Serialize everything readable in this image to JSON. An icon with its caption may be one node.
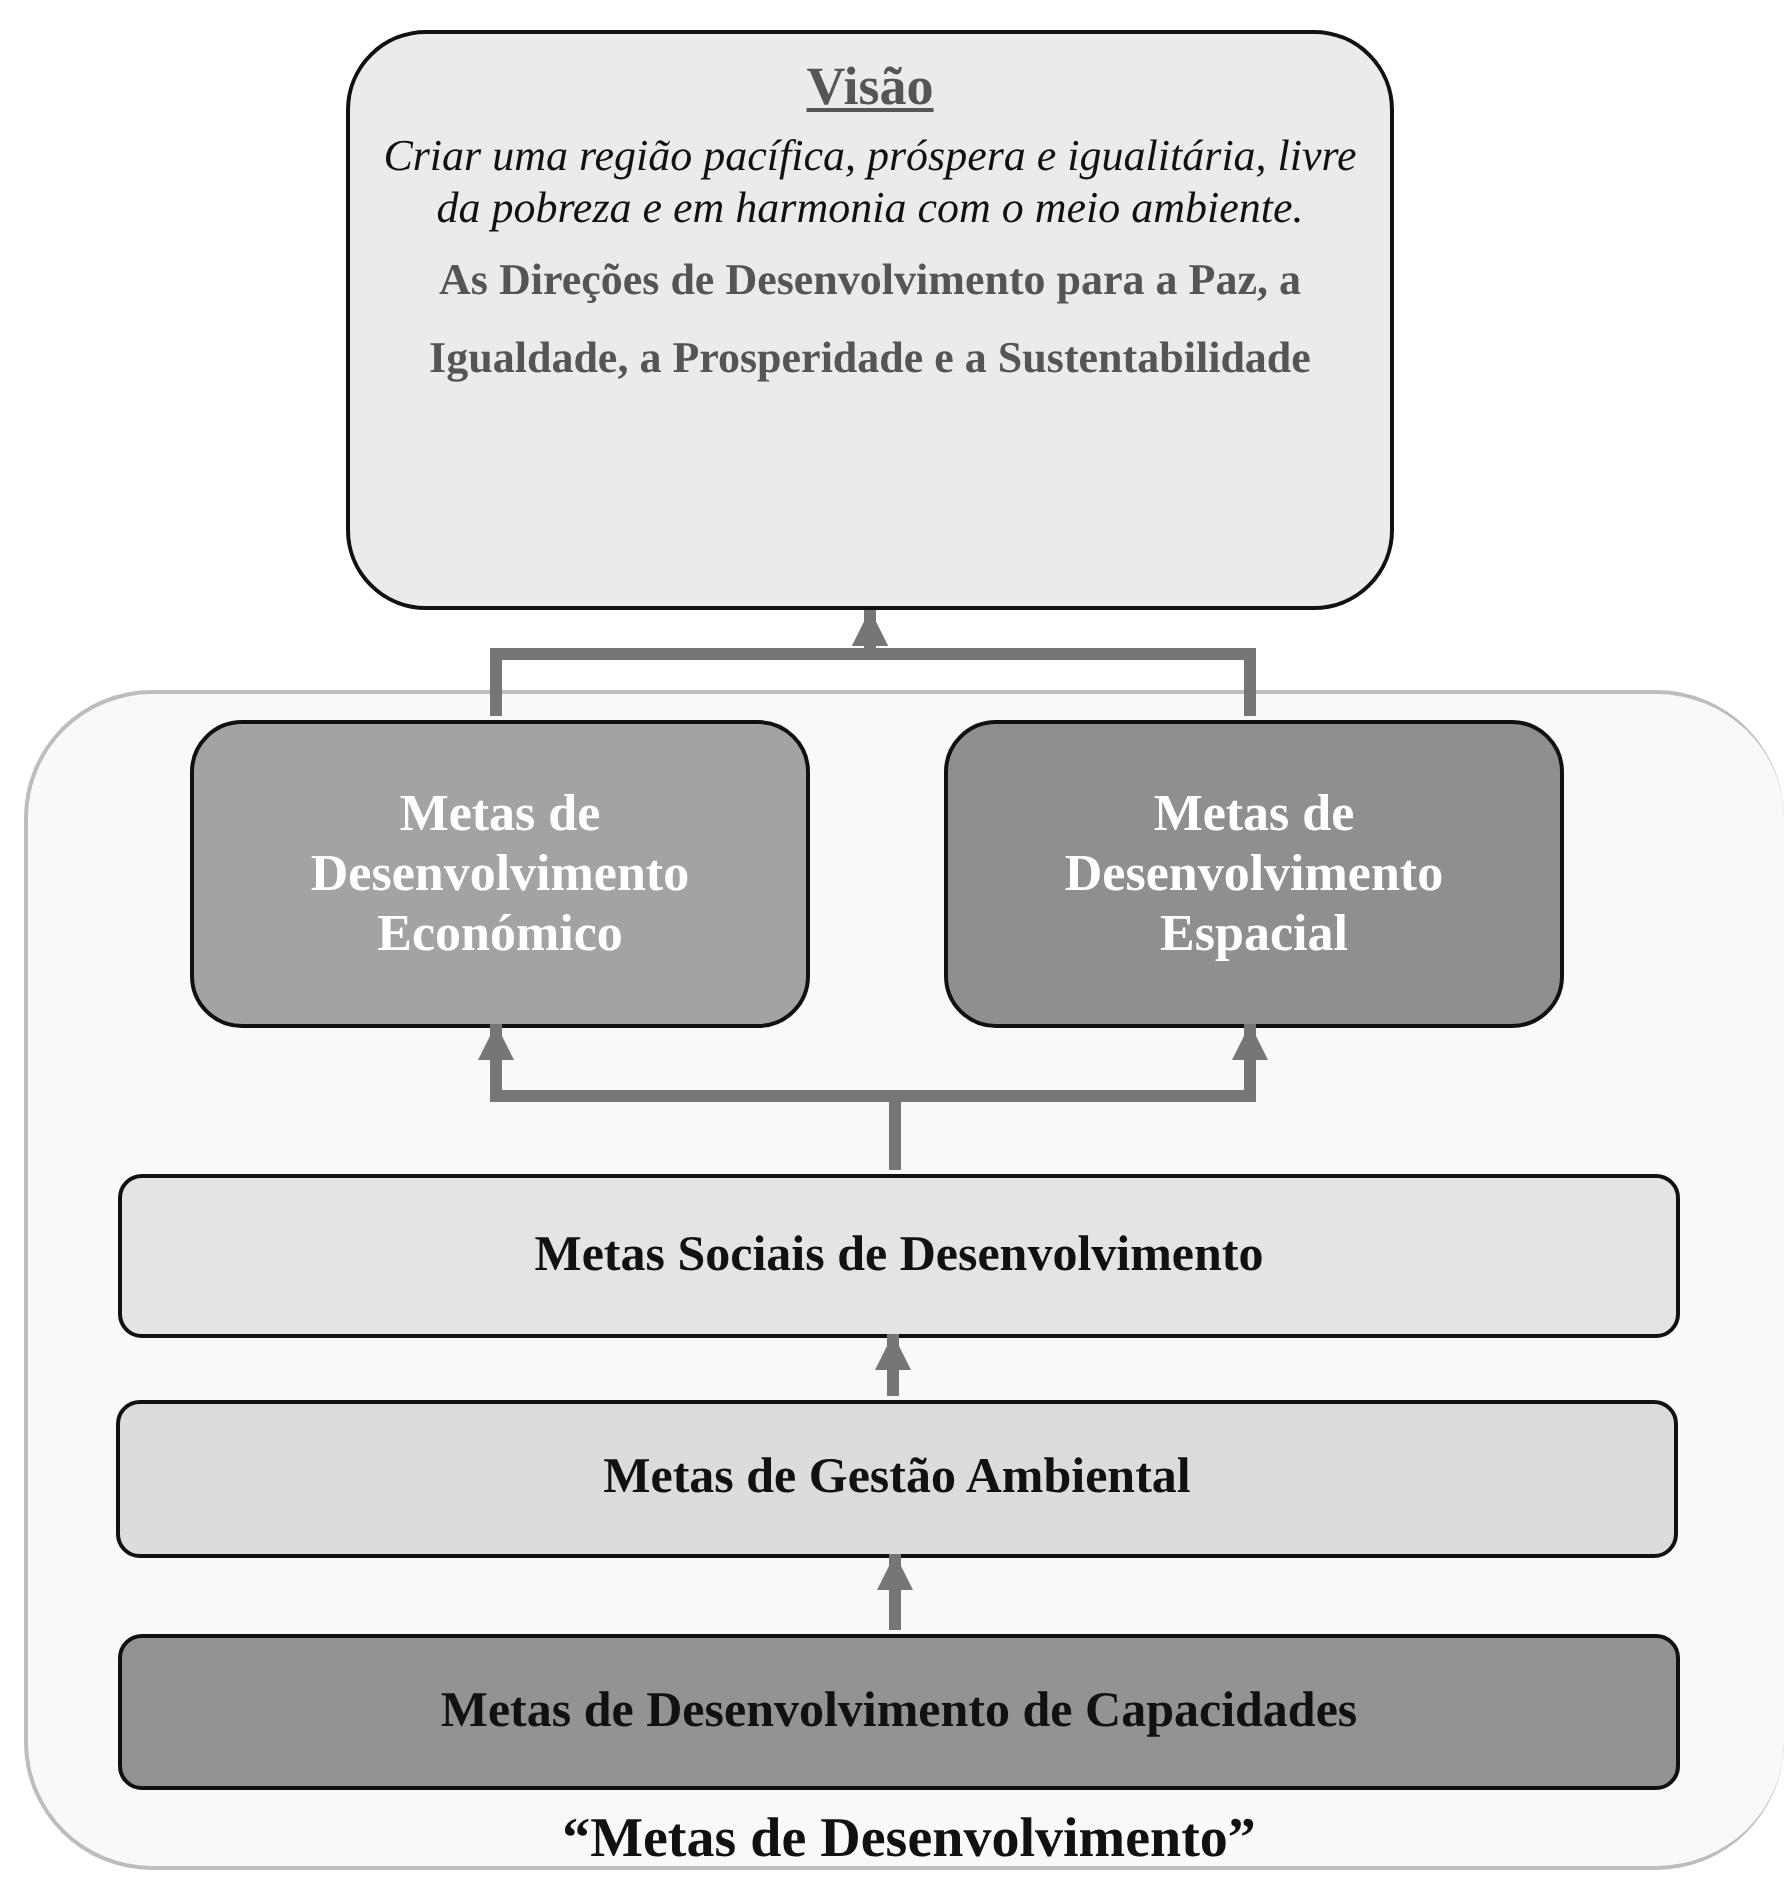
{
  "diagram": {
    "nodes": [
      {
        "text": [
          "Visão",
          "Criar uma região pacífica, próspera e igualitária, livre da pobreza e em harmonia com o meio ambiente.",
          "As Direções de Desenvolvimento para a Paz, a Igualdade, a Prosperidade e a Sustentabilidade"
        ]
      },
      {
        "text": [
          "“Metas de Desenvolvimento”"
        ]
      },
      {
        "text": [
          "Metas de Desenvolvimento Económico"
        ],
        "in": 1
      },
      {
        "text": [
          "Metas de Desenvolvimento Espacial"
        ],
        "in": 1
      },
      {
        "text": [
          "Metas Sociais de Desenvolvimento"
        ],
        "in": 1
      },
      {
        "text": [
          "Metas de Gestão Ambiental"
        ],
        "in": 1
      },
      {
        "text": [
          "Metas de Desenvolvimento de Capacidades"
        ],
        "in": 1
      }
    ],
    "edges": [
      {
        "from": 2,
        "to": 0,
        "arrow": "to"
      },
      {
        "from": 3,
        "to": 0,
        "arrow": "to"
      },
      {
        "from": 4,
        "to": 2,
        "arrow": "to"
      },
      {
        "from": 4,
        "to": 3,
        "arrow": "to"
      },
      {
        "from": 5,
        "to": 4,
        "arrow": "to"
      },
      {
        "from": 6,
        "to": 5,
        "arrow": "to"
      }
    ]
  }
}
